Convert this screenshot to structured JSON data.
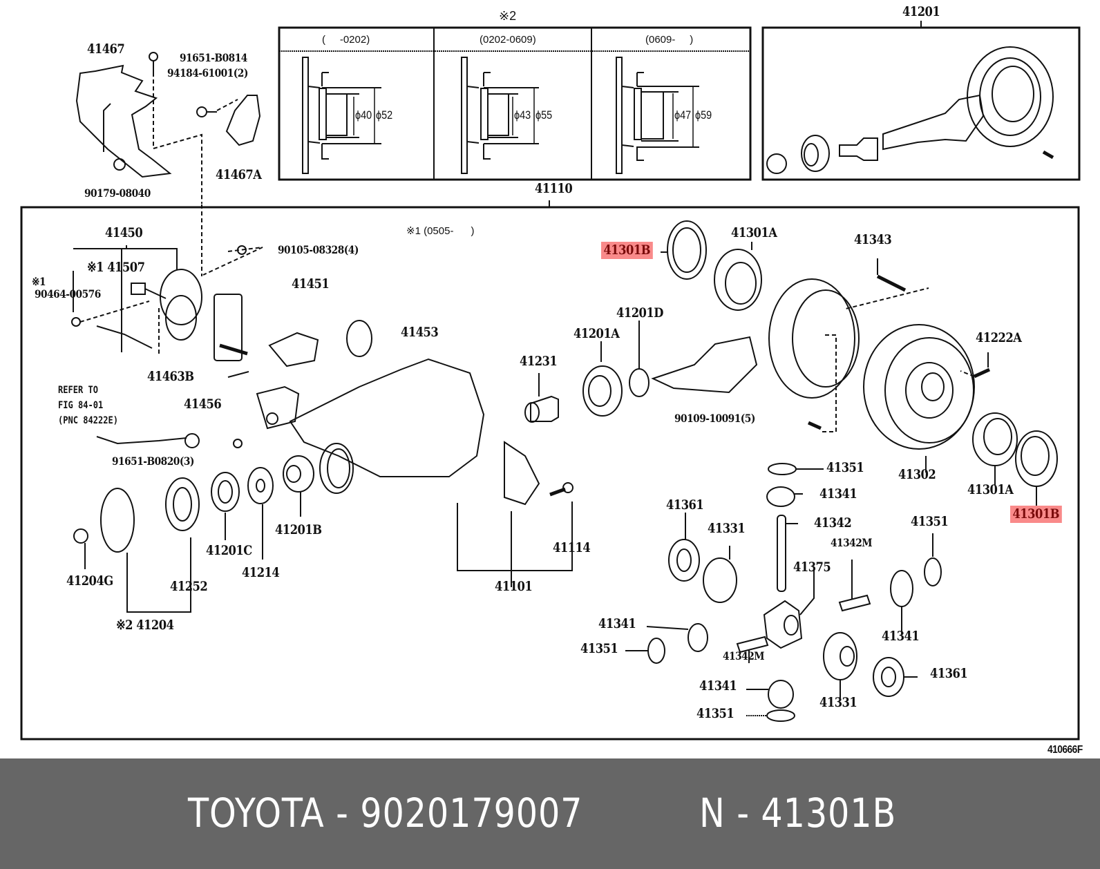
{
  "diagram": {
    "figure_code": "410666F",
    "highlight_color": "#f98a8a",
    "highlight_text_color": "#7a0a0a",
    "top_left": {
      "labels": {
        "bracket": "41467",
        "bolt": "91651-B0814",
        "bolt2": "94184-61001(2)",
        "nut": "90179-08040",
        "bracket_a": "41467A"
      }
    },
    "inset_variants": {
      "title": "※2",
      "columns": [
        {
          "period": "(     -0202)",
          "inner_dia": "ϕ40",
          "outer_dia": "ϕ52"
        },
        {
          "period": "(0202-0609)",
          "inner_dia": "ϕ43",
          "outer_dia": "ϕ55"
        },
        {
          "period": "(0609-     )",
          "inner_dia": "ϕ47",
          "outer_dia": "ϕ59"
        }
      ]
    },
    "inset_gear_kit": {
      "label": "41201"
    },
    "main_assembly": {
      "label": "41110",
      "note": "※1 (0505-      )",
      "labels": {
        "actuator": "41450",
        "switch": "※1 41507",
        "clip_mark": "※1",
        "clip": "90464-00576",
        "bolt_top": "90105-08328(4)",
        "fork": "41451",
        "sleeve": "41453",
        "pin": "41463B",
        "refer_1": "REFER TO",
        "refer_2": "FIG 84-01",
        "refer_3": "(PNC 84222E)",
        "cover": "41456",
        "bolt_cover": "91651-B0820(3)",
        "nut_flange": "41204G",
        "flange_set": "※2 41204",
        "oil_seal": "41252",
        "bearing_c": "41201C",
        "washer": "41214",
        "bearing_b": "41201B",
        "carrier": "41101",
        "bolt_cap": "41114",
        "spacer": "41231",
        "bearing_a": "41201A",
        "shim_d": "41201D",
        "seal_top": "41301B",
        "bearing_top": "41301A",
        "pin_top": "41343",
        "ring_bolt": "90109-10091(5)",
        "case": "41302",
        "bolt_case": "41222A",
        "bearing_right": "41301A",
        "seal_right": "41301B",
        "washer_1": "41351",
        "pinion_1": "41341",
        "shaft": "41342",
        "washer_side_l": "41361",
        "side_gear_l": "41331",
        "spider": "41375",
        "pin_m_r": "41342M",
        "washer_r": "41351",
        "pinion_l": "41341",
        "washer_l": "41351",
        "pin_m_l": "41342M",
        "pinion_r": "41341",
        "pinion_b": "41341",
        "washer_b": "41351",
        "side_gear_r": "41331",
        "washer_side_r": "41361"
      }
    }
  },
  "footer": {
    "brand_part": "TOYOTA - 9020179007",
    "ref_part": "N - 41301B"
  }
}
